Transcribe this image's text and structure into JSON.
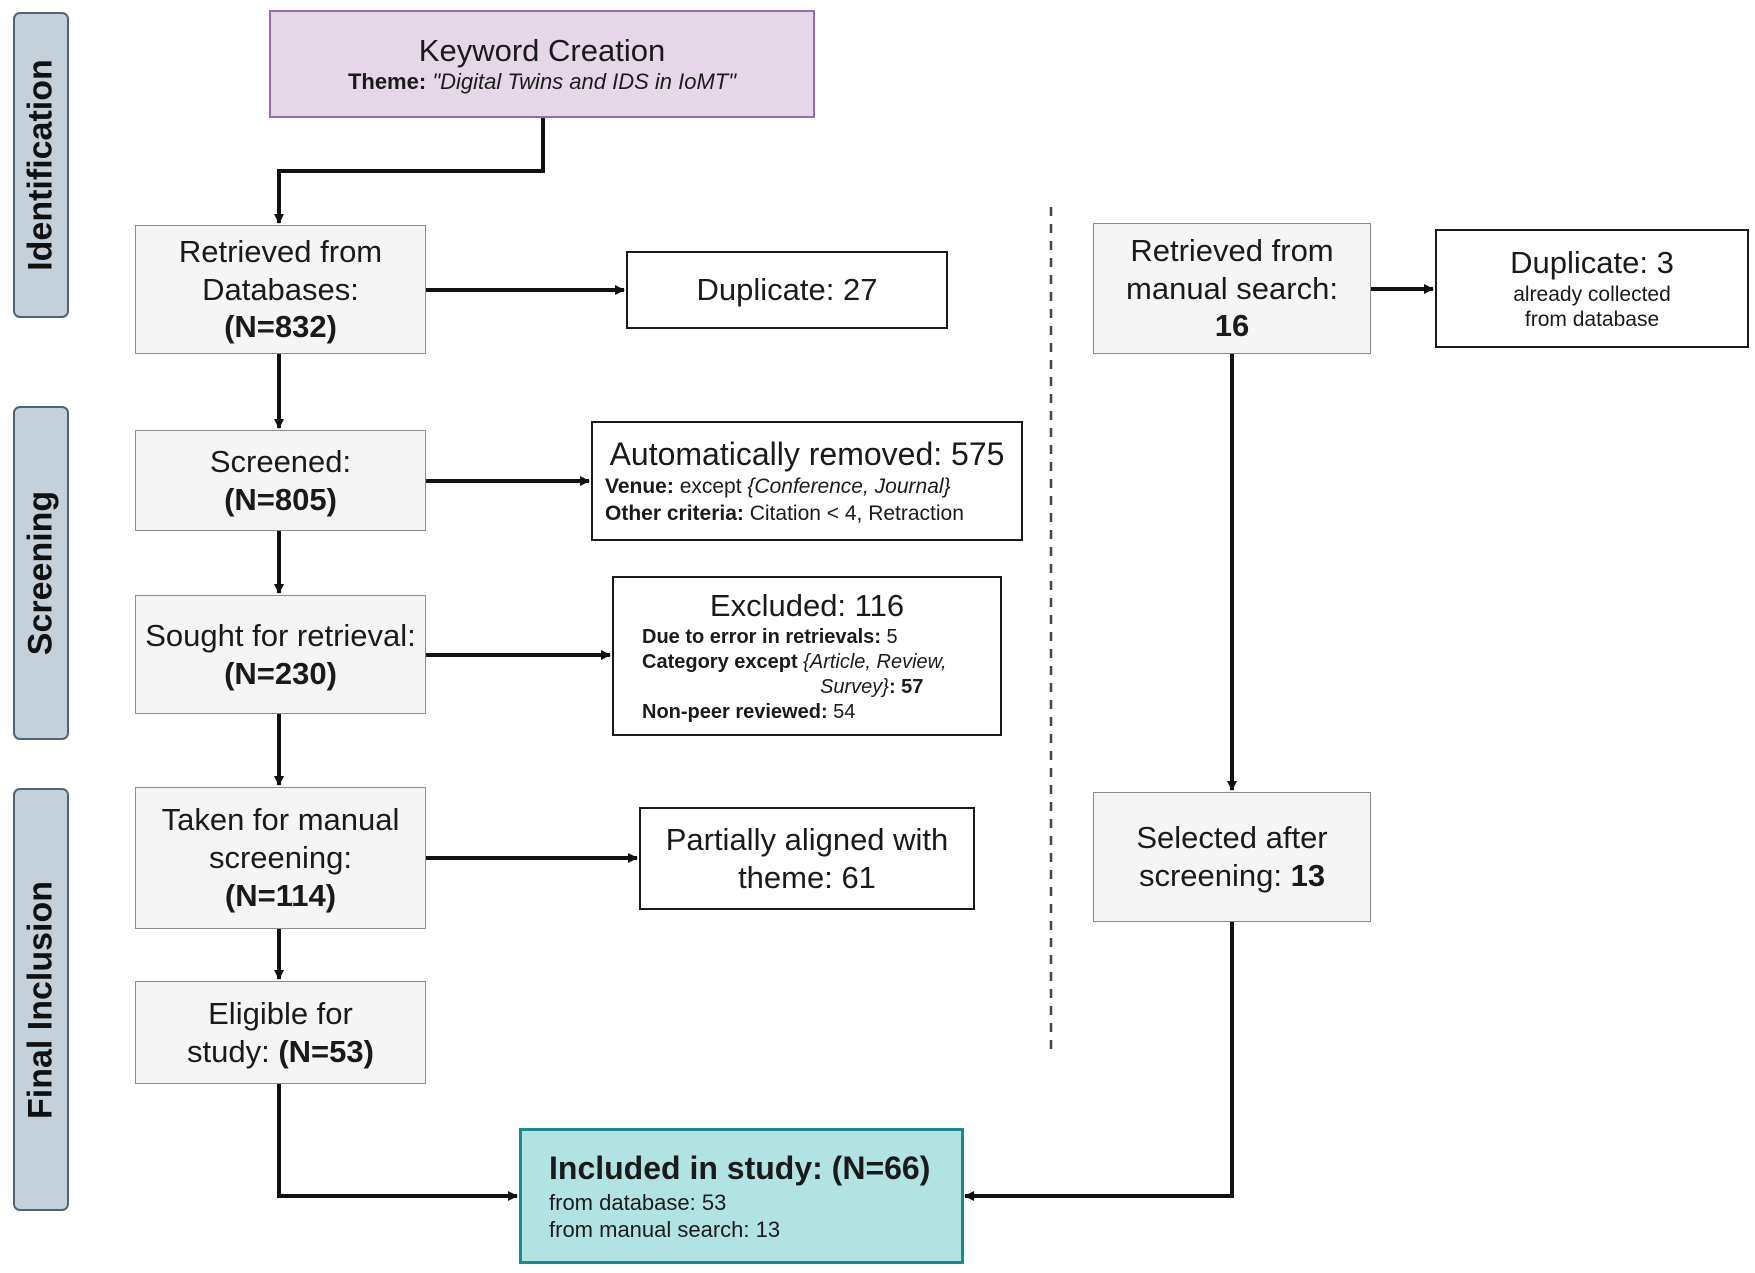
{
  "stages": [
    "Identification",
    "Screening",
    "Final Inclusion"
  ],
  "keyword": {
    "title": "Keyword Creation",
    "theme_label": "Theme:",
    "theme_value": "\"Digital Twins and IDS in IoMT\""
  },
  "database_branch": {
    "retrieved": {
      "line1": "Retrieved from",
      "line2": "Databases:",
      "count": "(N=832)"
    },
    "duplicate": {
      "text": "Duplicate: 27"
    },
    "screened": {
      "line1": "Screened:",
      "count": "(N=805)"
    },
    "auto_removed": {
      "title": "Automatically removed: 575",
      "venue_label": "Venue:",
      "venue_pre": " except ",
      "venue_value": "{Conference, Journal}",
      "other_label": "Other criteria:",
      "other_value": " Citation < 4, Retraction"
    },
    "sought": {
      "line1": "Sought for retrieval:",
      "count": "(N=230)"
    },
    "excluded": {
      "title": "Excluded: 116",
      "error_label": "Due to error in retrievals:",
      "error_value": " 5",
      "category_label": "Category except ",
      "category_value_1": "{Article, Review,",
      "category_value_2": "Survey}",
      "category_count": ": 57",
      "nonpeer_label": "Non-peer reviewed:",
      "nonpeer_value": " 54"
    },
    "manual_screening": {
      "line1": "Taken for manual",
      "line2": "screening:",
      "count": "(N=114)"
    },
    "partial": {
      "line1": "Partially aligned with",
      "line2": "theme: 61"
    },
    "eligible": {
      "line1": "Eligible for",
      "line2_pre": "study: ",
      "count": "(N=53)"
    }
  },
  "manual_branch": {
    "retrieved": {
      "line1": "Retrieved from",
      "line2": "manual search:",
      "count": "16"
    },
    "duplicate": {
      "title": "Duplicate: 3",
      "line1": "already collected",
      "line2": "from database"
    },
    "selected": {
      "line1": "Selected after",
      "line2_pre": "screening: ",
      "count": "13"
    }
  },
  "included": {
    "title": "Included in study: (N=66)",
    "line1": "from database: 53",
    "line2": "from manual search: 13"
  }
}
